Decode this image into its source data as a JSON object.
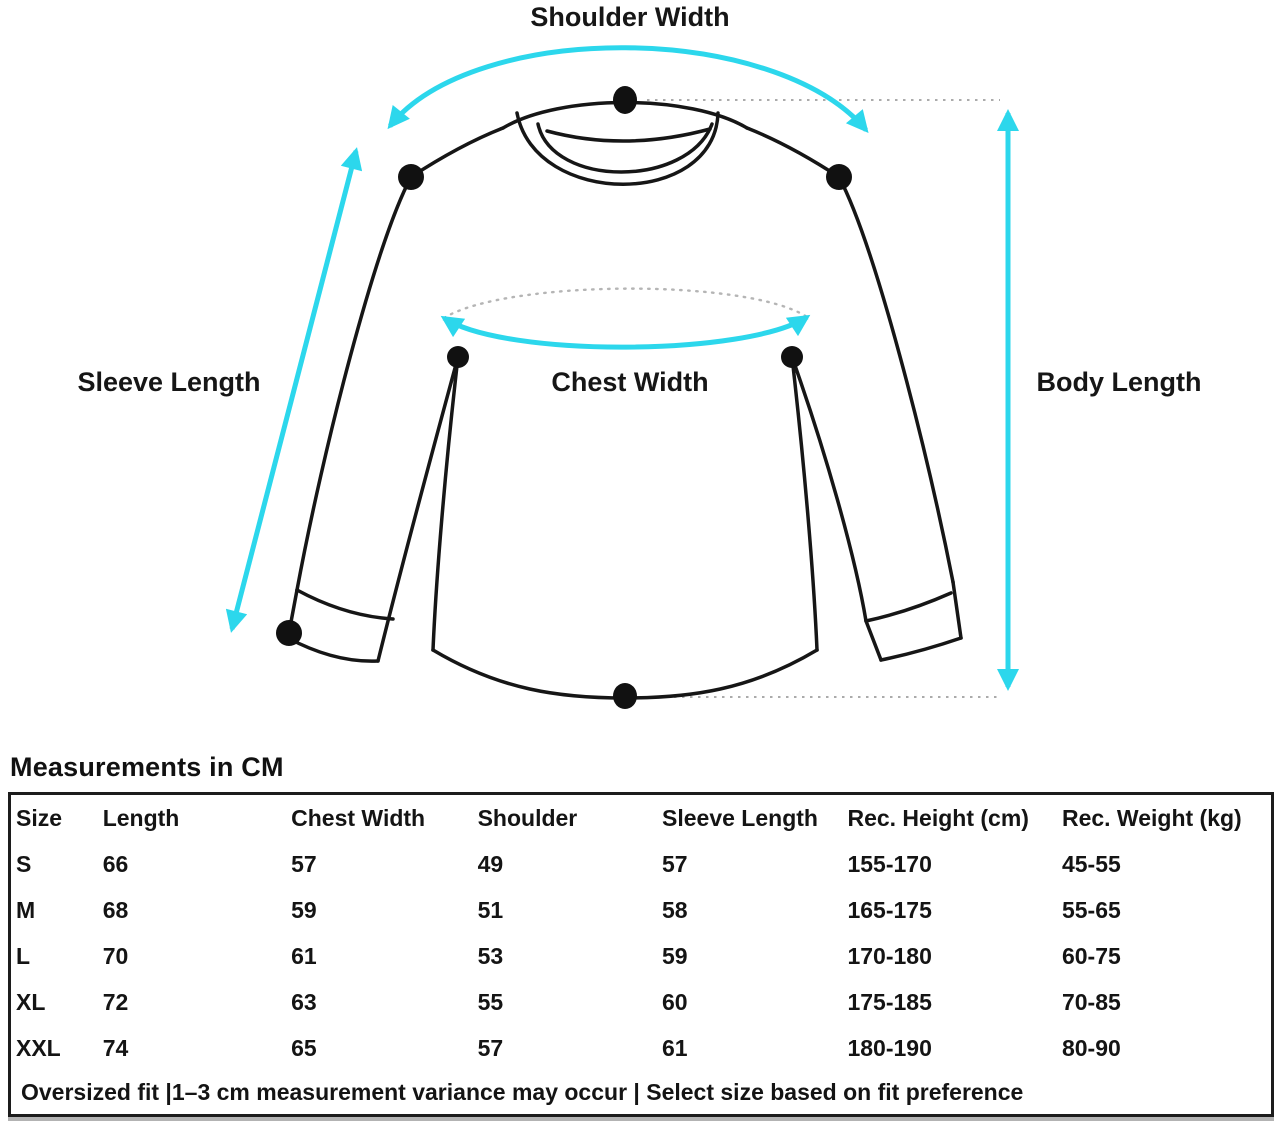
{
  "diagram": {
    "labels": {
      "shoulder_width": "Shoulder Width",
      "sleeve_length": "Sleeve Length",
      "chest_width": "Chest Width",
      "body_length": "Body Length"
    },
    "colors": {
      "arrow_accent": "#2CD7EC",
      "garment_outline": "#161616",
      "measure_dot": "#111111",
      "guide_dotted": "#ABABAB"
    }
  },
  "measurements": {
    "heading": "Measurements in CM",
    "columns": [
      "Size",
      "Length",
      "Chest Width",
      "Shoulder",
      "Sleeve Length",
      "Rec. Height (cm)",
      "Rec. Weight (kg)"
    ],
    "rows": [
      [
        "S",
        "66",
        "57",
        "49",
        "57",
        "155-170",
        "45-55"
      ],
      [
        "M",
        "68",
        "59",
        "51",
        "58",
        "165-175",
        "55-65"
      ],
      [
        "L",
        "70",
        "61",
        "53",
        "59",
        "170-180",
        "60-75"
      ],
      [
        "XL",
        "72",
        "63",
        "55",
        "60",
        "175-185",
        "70-85"
      ],
      [
        "XXL",
        "74",
        "65",
        "57",
        "61",
        "180-190",
        "80-90"
      ]
    ],
    "note": "Oversized fit |1–3 cm measurement variance may occur | Select size based on fit preference"
  }
}
